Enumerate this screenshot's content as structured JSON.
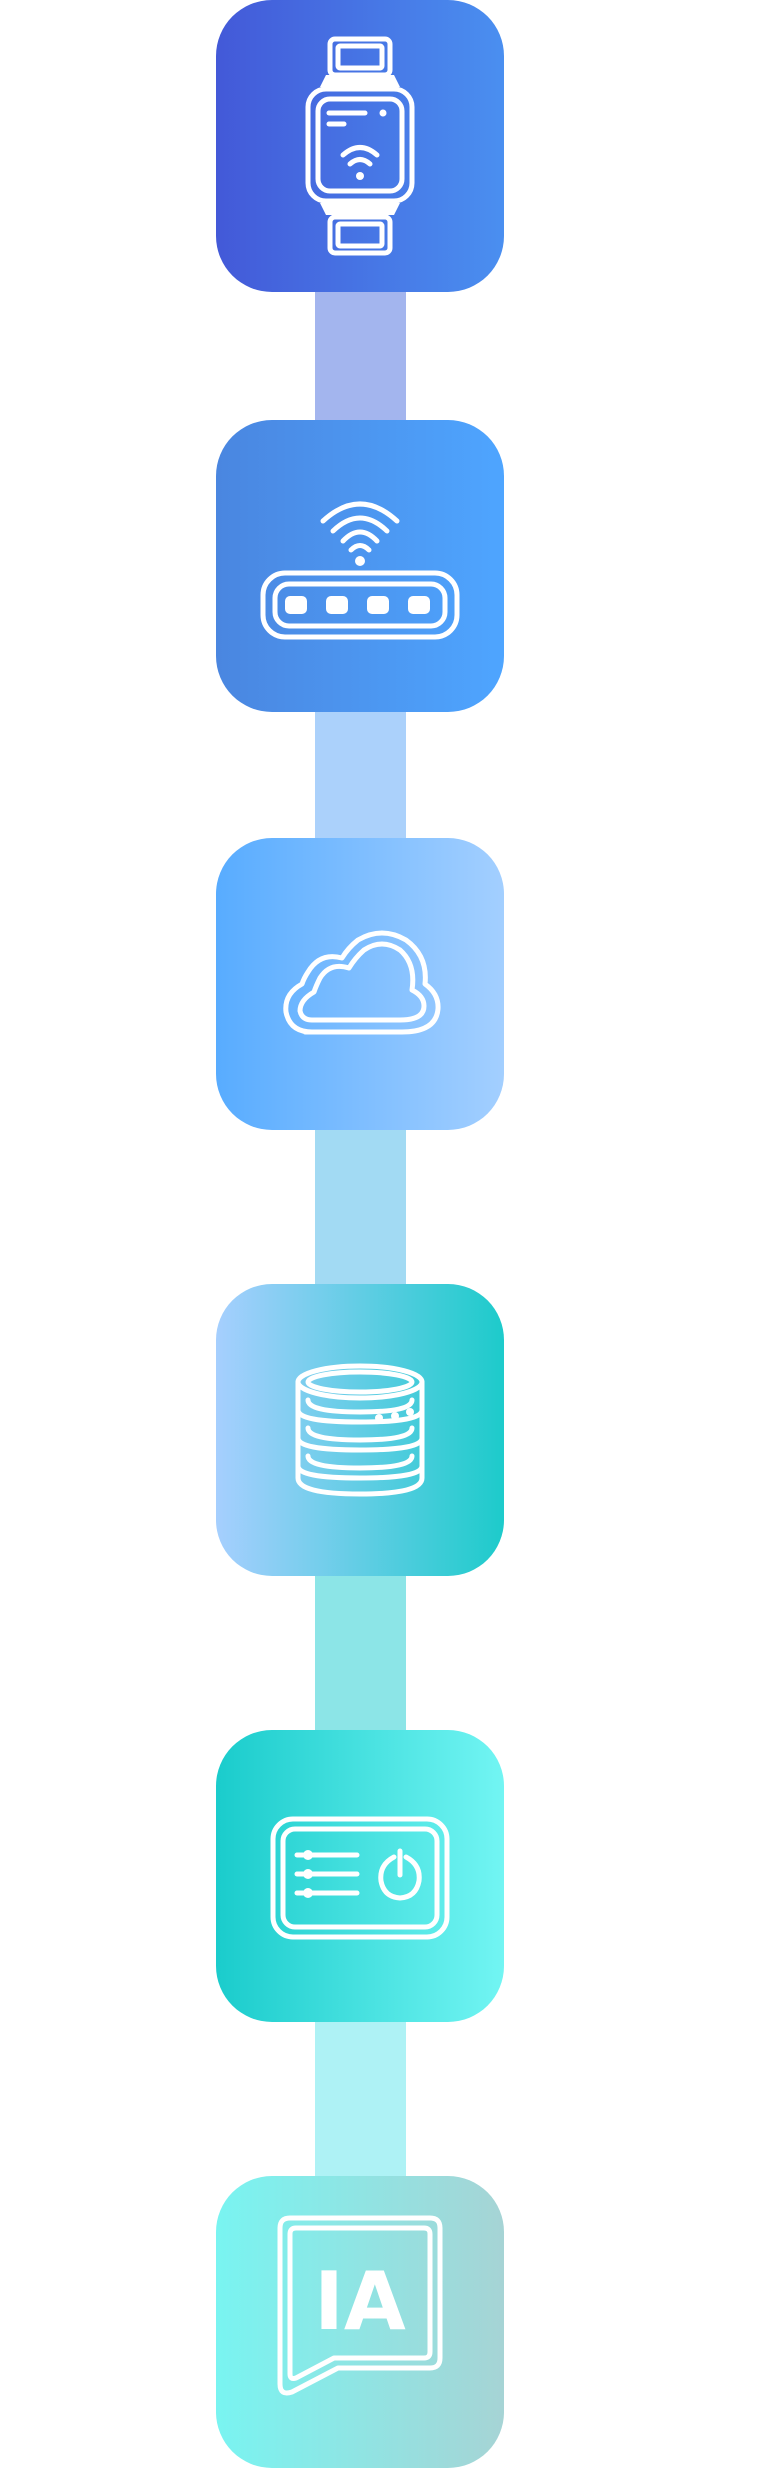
{
  "diagram": {
    "nodes": [
      {
        "id": "smartwatch",
        "icon": "smartwatch-wifi-icon",
        "gradient": [
          "#4359d8",
          "#4a8ff0"
        ]
      },
      {
        "id": "router",
        "icon": "wifi-router-icon",
        "gradient": [
          "#4a86e0",
          "#4ea5ff"
        ]
      },
      {
        "id": "cloud",
        "icon": "cloud-icon",
        "gradient": [
          "#58acff",
          "#a3cfff"
        ]
      },
      {
        "id": "database",
        "icon": "database-server-icon",
        "gradient": [
          "#a6cffe",
          "#1dcbcb"
        ]
      },
      {
        "id": "control-panel",
        "icon": "control-panel-power-icon",
        "gradient": [
          "#1acccc",
          "#72f5f3"
        ]
      },
      {
        "id": "ai",
        "icon": "ai-chat-icon",
        "gradient": [
          "#79f4f1",
          "#a6d4d5"
        ],
        "label": "IA"
      }
    ],
    "connectors": [
      {
        "from": "smartwatch",
        "to": "router",
        "color": "#a3b5ee"
      },
      {
        "from": "router",
        "to": "cloud",
        "color": "#abd1fb"
      },
      {
        "from": "cloud",
        "to": "database",
        "color": "#a2daf3"
      },
      {
        "from": "database",
        "to": "control-panel",
        "color": "#8ce5e7"
      },
      {
        "from": "control-panel",
        "to": "ai",
        "color": "#aef2f5"
      }
    ]
  }
}
